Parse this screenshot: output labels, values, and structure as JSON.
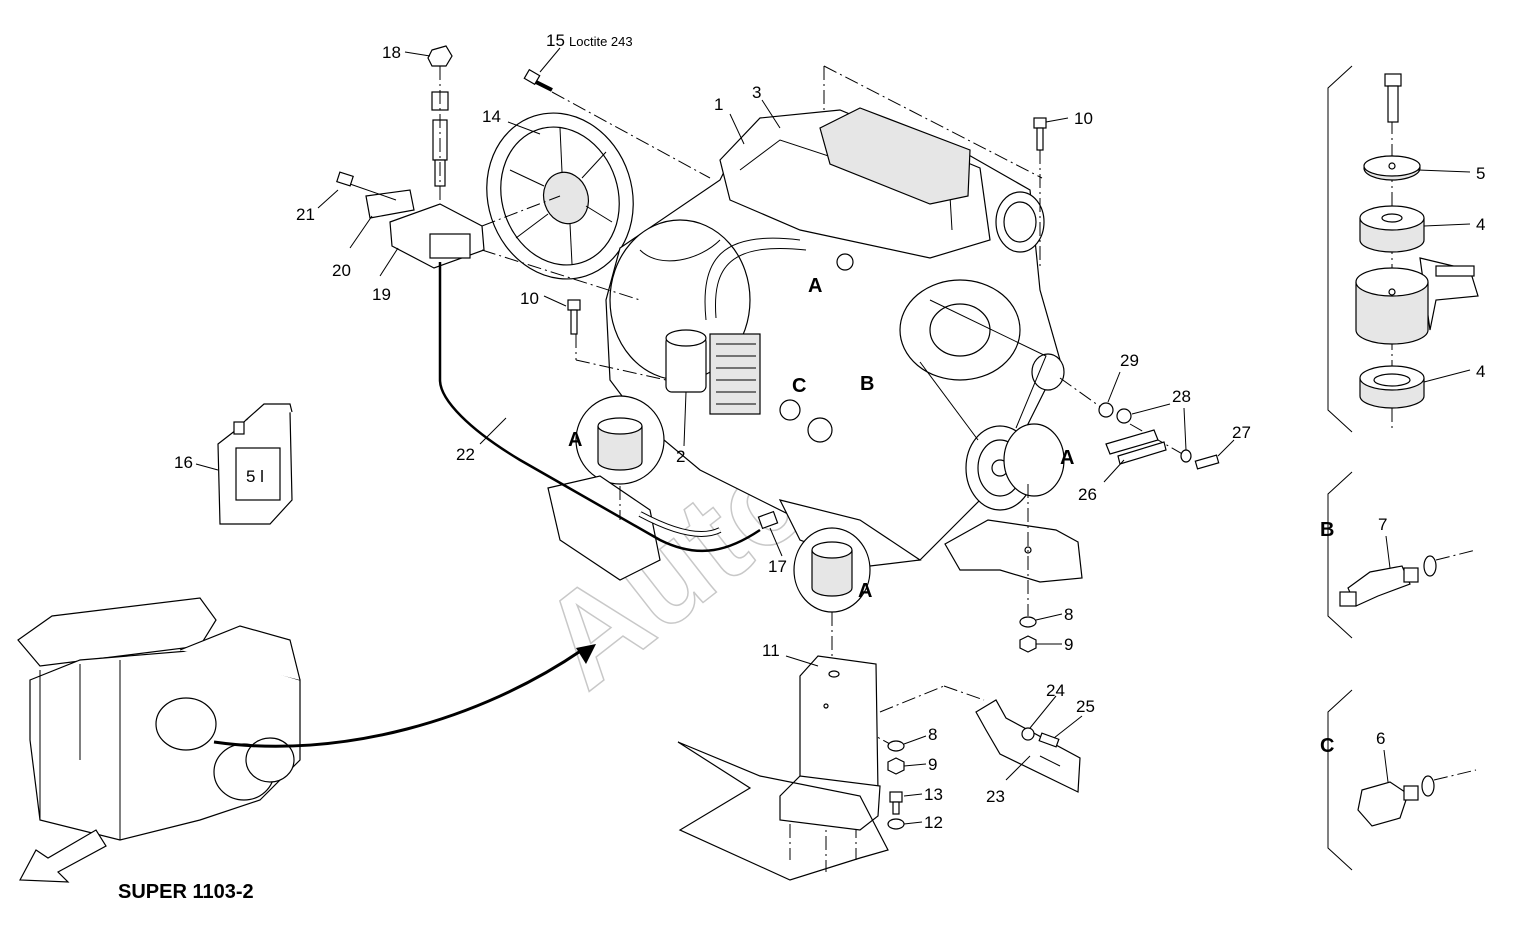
{
  "model_label": "SUPER 1103-2",
  "note": "Loctite 243",
  "watermark": "Auto",
  "jerrycan_label": "5 l",
  "callouts": {
    "A1": "A",
    "A2": "A",
    "A3": "A",
    "A4": "A",
    "B1": "B",
    "C1": "C",
    "B_detail": "B",
    "C_detail": "C"
  },
  "parts": {
    "p1": "1",
    "p2": "2",
    "p3": "3",
    "p4a": "4",
    "p4b": "4",
    "p5": "5",
    "p6": "6",
    "p7": "7",
    "p8a": "8",
    "p8b": "8",
    "p9a": "9",
    "p9b": "9",
    "p10a": "10",
    "p10b": "10",
    "p11": "11",
    "p12": "12",
    "p13": "13",
    "p14": "14",
    "p15": "15",
    "p16": "16",
    "p17": "17",
    "p18": "18",
    "p19": "19",
    "p20": "20",
    "p21": "21",
    "p22": "22",
    "p23": "23",
    "p24": "24",
    "p25": "25",
    "p26": "26",
    "p27": "27",
    "p28": "28",
    "p29": "29"
  },
  "icons": {
    "engine": "engine-assembly-icon",
    "paver": "paver-machine-icon",
    "arrow": "direction-arrow-icon",
    "jerrycan": "oil-canister-icon"
  }
}
